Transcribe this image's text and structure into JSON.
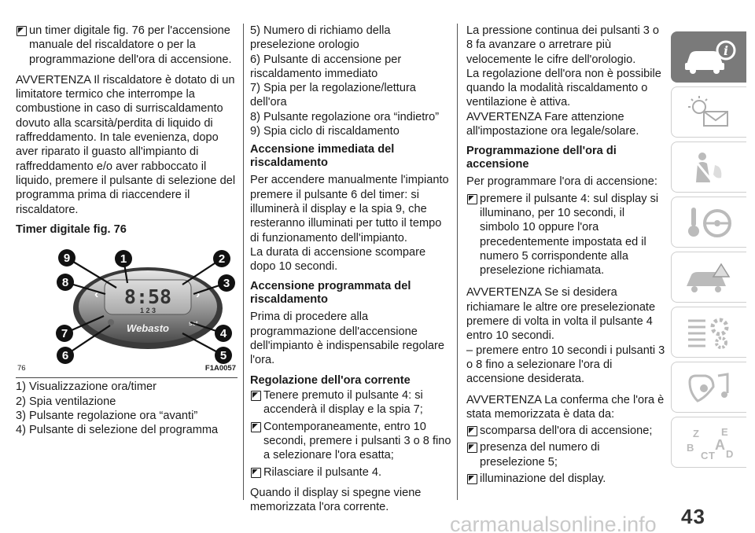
{
  "col1": {
    "p1": "un timer digitale fig. 76 per l'accensione manuale del riscaldatore o per la programmazione dell'ora di accensione.",
    "p2": "AVVERTENZA Il riscaldatore è dotato di un limitatore termico che interrompe la combustione in caso di surriscaldamento dovuto alla scarsità/perdita di liquido di raffreddamento. In tale evenienza, dopo aver riparato il guasto all'impianto di raffreddamento e/o aver rabboccato il liquido, premere il pulsante di selezione del programma prima di riaccendere il riscaldatore.",
    "heading": "Timer digitale fig. 76",
    "figure": {
      "number": "76",
      "code": "F1A0057",
      "display": "8:58",
      "brand": "Webasto",
      "set_label": "set",
      "digits": "1 2 3",
      "callouts": [
        "1",
        "2",
        "3",
        "4",
        "5",
        "6",
        "7",
        "8",
        "9"
      ]
    },
    "list": [
      "1) Visualizzazione ora/timer",
      "2) Spia ventilazione",
      "3) Pulsante regolazione ora “avanti”",
      "4) Pulsante di selezione del programma"
    ]
  },
  "col2": {
    "list": [
      "5) Numero di richiamo della preselezione orologio",
      "6) Pulsante di accensione per riscaldamento immediato",
      "7) Spia per la regolazione/lettura dell'ora",
      "8) Pulsante regolazione ora “indietro”",
      "9) Spia ciclo di riscaldamento"
    ],
    "h1": "Accensione immediata del riscaldamento",
    "p1": "Per accendere manualmente l'impianto premere il pulsante 6 del timer: si illuminerà il display e la spia 9, che resteranno illuminati per tutto il tempo di funzionamento dell'impianto.",
    "p2": "La durata di accensione scompare dopo 10 secondi.",
    "h2": "Accensione programmata del riscaldamento",
    "p3": "Prima di procedere alla programmazione dell'accensione dell'impianto è indispensabile regolare l'ora.",
    "h3": "Regolazione dell'ora corrente",
    "b1": "Tenere premuto il pulsante 4: si accenderà il display e la spia 7;",
    "b2": "Contemporaneamente, entro 10 secondi, premere i pulsanti 3 o 8 fino a selezionare l'ora esatta;",
    "b3": "Rilasciare il pulsante 4.",
    "p4": "Quando il display si spegne viene memorizzata l'ora corrente."
  },
  "col3": {
    "p1": "La pressione continua dei pulsanti 3 o 8 fa avanzare o arretrare più velocemente le cifre dell'orologio.",
    "p2": "La regolazione dell'ora non è possibile quando la modalità riscaldamento o ventilazione è attiva.",
    "p3": "AVVERTENZA Fare attenzione all'impostazione ora legale/solare.",
    "h1": "Programmazione dell'ora di accensione",
    "p4": "Per programmare l'ora di accensione:",
    "b1": "premere il pulsante 4: sul display si illuminano, per 10 secondi, il simbolo 10 oppure l'ora precedentemente impostata ed il numero 5 corrispondente alla preselezione richiamata.",
    "p5": "AVVERTENZA Se si desidera richiamare le altre ore preselezionate premere di volta in volta il pulsante 4 entro 10 secondi.",
    "p6": "– premere entro 10 secondi i pulsanti 3 o 8 fino a selezionare l'ora di accensione desiderata.",
    "p7": "AVVERTENZA La conferma che l'ora è stata memorizzata è data da:",
    "b2": "scomparsa dell'ora di accensione;",
    "b3": "presenza del numero di preselezione 5;",
    "b4": "illuminazione del display."
  },
  "sidebar": {
    "tabs": [
      {
        "icon": "car-info-icon",
        "active": true
      },
      {
        "icon": "warning-lights-mail-icon",
        "active": false
      },
      {
        "icon": "seatbelt-airbag-icon",
        "active": false
      },
      {
        "icon": "key-steering-wheel-icon",
        "active": false
      },
      {
        "icon": "car-breakdown-icon",
        "active": false
      },
      {
        "icon": "maintenance-gears-icon",
        "active": false
      },
      {
        "icon": "multimedia-icon",
        "active": false
      },
      {
        "icon": "alphabetical-index-icon",
        "active": false
      }
    ],
    "index_letters": [
      "Z",
      "E",
      "B",
      "A",
      "C",
      "T",
      "D"
    ]
  },
  "page_number": "43",
  "watermark": "carmanualsonline.info",
  "colors": {
    "tab_active": "#7a7a7a",
    "text": "#1a1a1a",
    "watermark": "#c9c9c9"
  }
}
